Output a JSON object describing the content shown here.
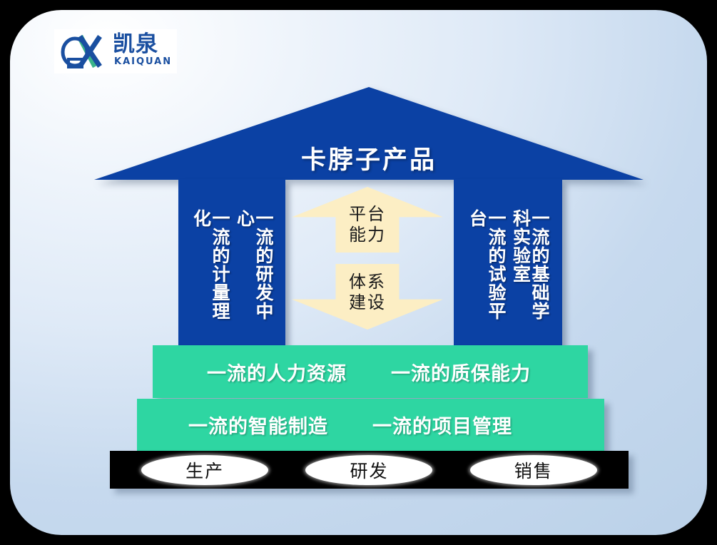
{
  "logo": {
    "name_cn": "凯泉",
    "name_en": "KAIQUAN",
    "mark": "kaiquan-logo-mark"
  },
  "roof": {
    "title": "卡脖子产品"
  },
  "pillars": {
    "left": [
      "一流的研发中心",
      "一流的计量理化"
    ],
    "right": [
      "一流的基础学科实验室",
      "一流的试验平台"
    ]
  },
  "arrows": [
    {
      "direction": "up",
      "label": "平台能力"
    },
    {
      "direction": "down",
      "label": "体系建设"
    }
  ],
  "bands": [
    {
      "left": "一流的人力资源",
      "right": "一流的质保能力"
    },
    {
      "left": "一流的智能制造",
      "right": "一流的项目管理"
    }
  ],
  "base": {
    "pills": [
      "生产",
      "研发",
      "销售"
    ]
  },
  "colors": {
    "blue": "#0b41a4",
    "green": "#2ed6a2",
    "cream": "#fceec4",
    "black": "#000000",
    "background": "#c6d9ee",
    "logo_blue": "#1a4fa0",
    "logo_green": "#3bb48a"
  }
}
